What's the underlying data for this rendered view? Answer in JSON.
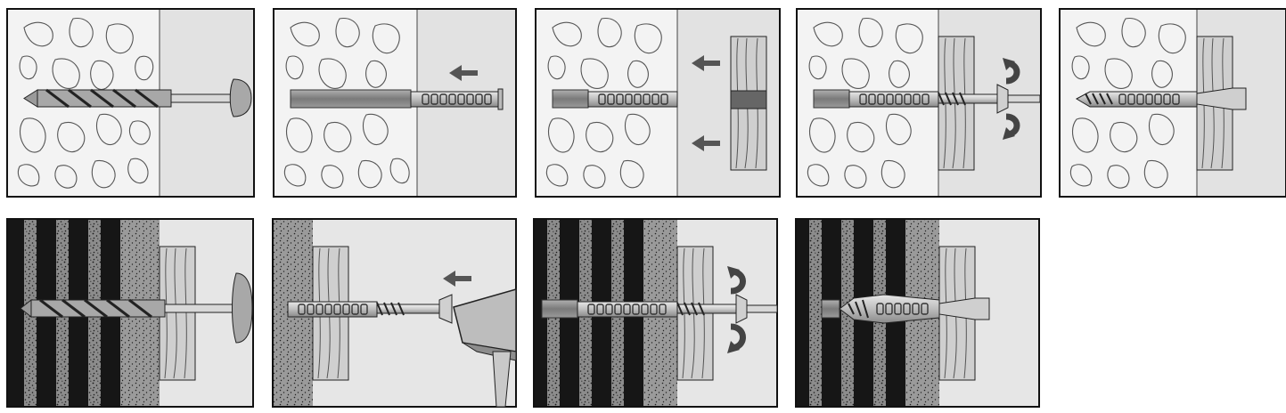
{
  "figure": {
    "kind": "installation-steps",
    "rows": [
      {
        "material": "stone-masonry",
        "steps": [
          {
            "step": 1,
            "action": "drill",
            "icon": "drill-bit-icon"
          },
          {
            "step": 2,
            "action": "insert-anchor",
            "icon": "push-arrow-icon"
          },
          {
            "step": 3,
            "action": "place-fixture",
            "icon": "push-arrow-icon"
          },
          {
            "step": 4,
            "action": "drive-screw",
            "icon": "rotate-arrow-icon"
          },
          {
            "step": 5,
            "action": "fastened",
            "icon": ""
          }
        ]
      },
      {
        "material": "hollow-brick",
        "steps": [
          {
            "step": 1,
            "action": "drill",
            "icon": "drill-bit-icon"
          },
          {
            "step": 2,
            "action": "insert-anchor",
            "icon": "push-arrow-icon"
          },
          {
            "step": 3,
            "action": "drive-screw",
            "icon": "rotate-arrow-icon"
          },
          {
            "step": 4,
            "action": "fastened",
            "icon": ""
          }
        ]
      }
    ]
  },
  "colors": {
    "frame": "#111111",
    "wall_background": "#f2f2f2",
    "fixture_background": "#e3e3e3",
    "wood": "#cfcfcf",
    "anchor": "#c8c8c8",
    "dark_stripe": "#161616",
    "speckle_band": "#8e8e8e",
    "arrow": "#555555"
  }
}
